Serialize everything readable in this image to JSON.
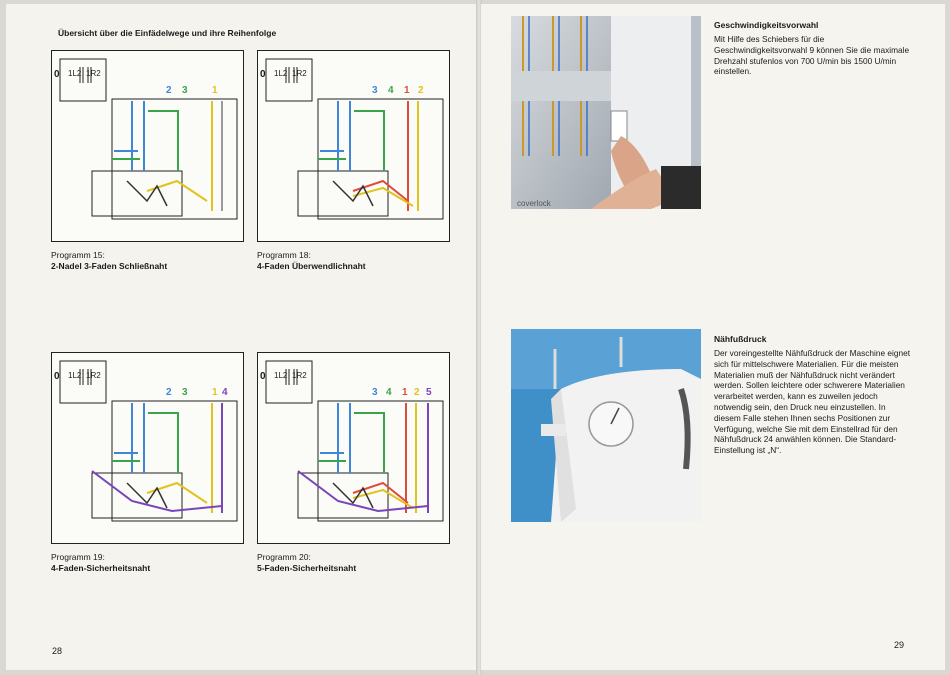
{
  "left_page": {
    "heading": "Übersicht über die Einfädelwege und ihre Reihenfolge",
    "page_number": "28",
    "diagrams": [
      {
        "panel_labels": [
          "0",
          "1L2",
          "1R2"
        ],
        "thread_numbers": [
          {
            "text": "2",
            "color": "blue"
          },
          {
            "text": "3",
            "color": "green"
          },
          {
            "text": "1",
            "color": "yellow"
          }
        ],
        "caption_line1": "Programm 15:",
        "caption_line2": "2-Nadel 3-Faden Schließnaht"
      },
      {
        "panel_labels": [
          "0",
          "1L2",
          "1R2"
        ],
        "thread_numbers": [
          {
            "text": "3",
            "color": "blue"
          },
          {
            "text": "4",
            "color": "green"
          },
          {
            "text": "1",
            "color": "red"
          },
          {
            "text": "2",
            "color": "yellow"
          }
        ],
        "caption_line1": "Programm 18:",
        "caption_line2": "4-Faden Überwendlichnaht"
      },
      {
        "panel_labels": [
          "0",
          "1L2",
          "1R2"
        ],
        "thread_numbers": [
          {
            "text": "2",
            "color": "blue"
          },
          {
            "text": "3",
            "color": "green"
          },
          {
            "text": "1",
            "color": "yellow"
          },
          {
            "text": "4",
            "color": "purple"
          }
        ],
        "caption_line1": "Programm 19:",
        "caption_line2": "4-Faden-Sicherheitsnaht"
      },
      {
        "panel_labels": [
          "0",
          "1L2",
          "1R2"
        ],
        "thread_numbers": [
          {
            "text": "3",
            "color": "blue"
          },
          {
            "text": "4",
            "color": "green"
          },
          {
            "text": "1",
            "color": "red"
          },
          {
            "text": "2",
            "color": "yellow"
          },
          {
            "text": "5",
            "color": "purple"
          }
        ],
        "caption_line1": "Programm 20:",
        "caption_line2": "5-Faden-Sicherheitsnaht"
      }
    ]
  },
  "right_page": {
    "page_number": "29",
    "section1": {
      "title": "Geschwindigkeitsvorwahl",
      "text": "Mit Hilfe des Schiebers für die Geschwindigkeitsvorwahl 9 können Sie die maximale Drehzahl stufenlos von 700 U/min bis 1500 U/min einstellen.",
      "photo_label": "coverlock"
    },
    "section2": {
      "title": "Nähfußdruck",
      "text": "Der voreingestellte Nähfußdruck der Maschine eignet sich für mittelschwere Materialien. Für die meisten Materialien muß der Nähfußdruck nicht verändert werden. Sollen leichtere oder schwerere Materialien verarbeitet werden, kann es zuweilen jedoch notwendig sein, den Druck neu einzustellen. In diesem Falle stehen Ihnen sechs Positionen zur Verfügung, welche Sie mit dem Einstellrad für den Nähfußdruck 24 anwählen können. Die Standard-Einstellung ist „N“."
    }
  },
  "colors": {
    "blue": "#3f87d6",
    "green": "#3aa44a",
    "yellow": "#e2c21f",
    "red": "#df4b3a",
    "purple": "#7a45b8"
  }
}
